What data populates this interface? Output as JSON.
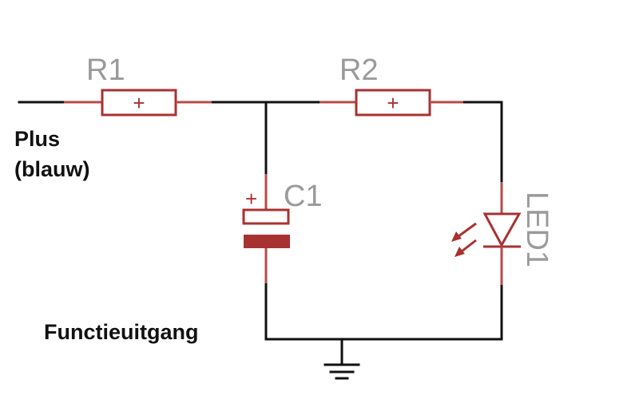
{
  "diagram": {
    "components": {
      "r1": {
        "label": "R1",
        "polarity": "+"
      },
      "r2": {
        "label": "R2",
        "polarity": "+"
      },
      "c1": {
        "label": "C1",
        "polarity": "+"
      },
      "led1": {
        "label": "LED1"
      }
    },
    "notes": {
      "input_line1": "Plus",
      "input_line2": "(blauw)",
      "output": "Functieuitgang"
    },
    "colors": {
      "wire": "#111111",
      "component": "#a83232",
      "pin": "#b84a4a",
      "refdes": "#9a9a9a"
    }
  }
}
